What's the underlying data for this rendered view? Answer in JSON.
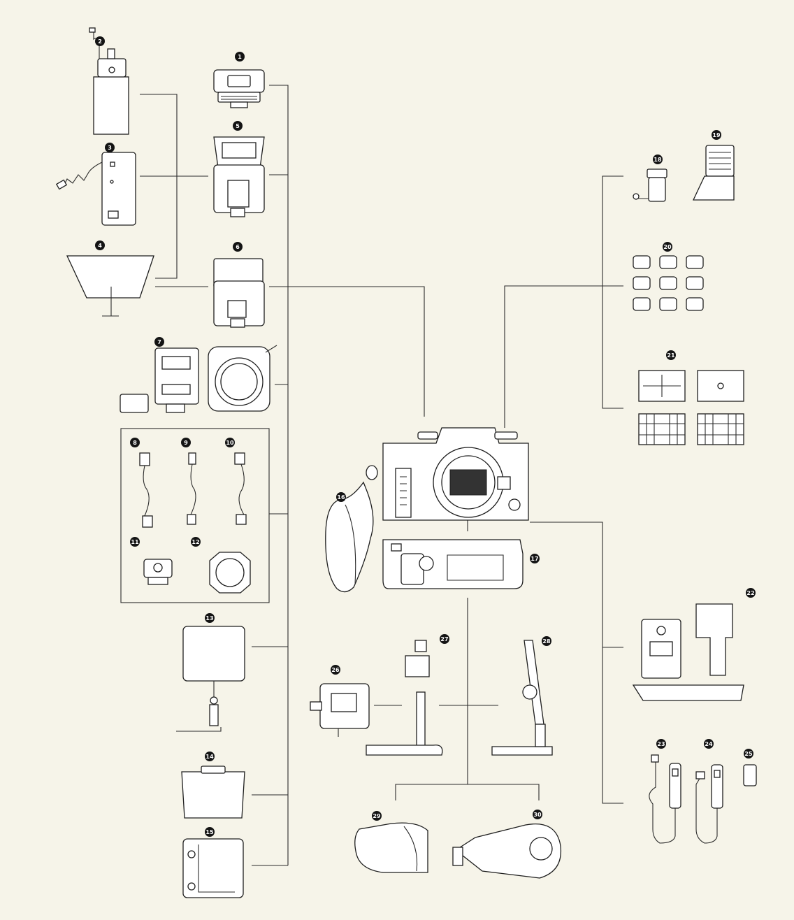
{
  "diagram": {
    "type": "accessory-system-chart",
    "hub": "camera-body",
    "colors": {
      "background": "#f6f4e9",
      "line": "#2a2a2a",
      "badge": "#141414",
      "badge_text": "#ffffff"
    },
    "labels": [
      "1",
      "2",
      "3",
      "4",
      "5",
      "6",
      "7",
      "8",
      "9",
      "10",
      "11",
      "12",
      "13",
      "14",
      "15",
      "16",
      "17",
      "18",
      "19",
      "20",
      "21",
      "22",
      "23",
      "24",
      "25",
      "26",
      "27",
      "28",
      "29",
      "30"
    ],
    "items": [
      {
        "id": "1",
        "icon": "flash-controller-icon",
        "group": "flash"
      },
      {
        "id": "2",
        "icon": "external-power-pack-icon",
        "group": "flash"
      },
      {
        "id": "3",
        "icon": "battery-grip-pack-icon",
        "group": "flash"
      },
      {
        "id": "4",
        "icon": "bounce-adapter-icon",
        "group": "flash"
      },
      {
        "id": "5",
        "icon": "large-flash-unit-icon",
        "group": "flash"
      },
      {
        "id": "6",
        "icon": "compact-flash-unit-icon",
        "group": "flash"
      },
      {
        "id": "7",
        "icon": "macro-ring-flash-kit-icon",
        "group": "flash"
      },
      {
        "id": "8",
        "icon": "flash-cord-icon",
        "group": "flash-cords"
      },
      {
        "id": "9",
        "icon": "flash-cord-icon",
        "group": "flash-cords"
      },
      {
        "id": "10",
        "icon": "flash-cord-icon",
        "group": "flash-cords"
      },
      {
        "id": "11",
        "icon": "hot-shoe-adapter-icon",
        "group": "flash-cords"
      },
      {
        "id": "12",
        "icon": "ring-adapter-icon",
        "group": "flash-cords"
      },
      {
        "id": "13",
        "icon": "flash-bracket-icon",
        "group": "flash"
      },
      {
        "id": "14",
        "icon": "diffuser-panel-icon",
        "group": "flash"
      },
      {
        "id": "15",
        "icon": "battery-case-icon",
        "group": "flash"
      },
      {
        "id": "16",
        "icon": "hand-strap-icon",
        "group": "body"
      },
      {
        "id": "17",
        "icon": "battery-grip-icon",
        "group": "body"
      },
      {
        "id": "18",
        "icon": "magnifier-eyecup-icon",
        "group": "viewfinder"
      },
      {
        "id": "19",
        "icon": "angle-finder-icon",
        "group": "viewfinder"
      },
      {
        "id": "20",
        "icon": "eyecup-set-icon",
        "group": "viewfinder"
      },
      {
        "id": "21",
        "icon": "focusing-screens-icon",
        "group": "viewfinder"
      },
      {
        "id": "22",
        "icon": "flash-grip-set-icon",
        "group": "remote"
      },
      {
        "id": "23",
        "icon": "cable-release-icon",
        "group": "remote"
      },
      {
        "id": "24",
        "icon": "cable-release-icon",
        "group": "remote"
      },
      {
        "id": "25",
        "icon": "remote-control-icon",
        "group": "remote"
      },
      {
        "id": "26",
        "icon": "tripod-head-icon",
        "group": "support"
      },
      {
        "id": "27",
        "icon": "camera-stand-icon",
        "group": "support"
      },
      {
        "id": "28",
        "icon": "mini-stand-icon",
        "group": "support"
      },
      {
        "id": "29",
        "icon": "camera-case-icon",
        "group": "case"
      },
      {
        "id": "30",
        "icon": "lens-case-icon",
        "group": "case"
      }
    ]
  }
}
